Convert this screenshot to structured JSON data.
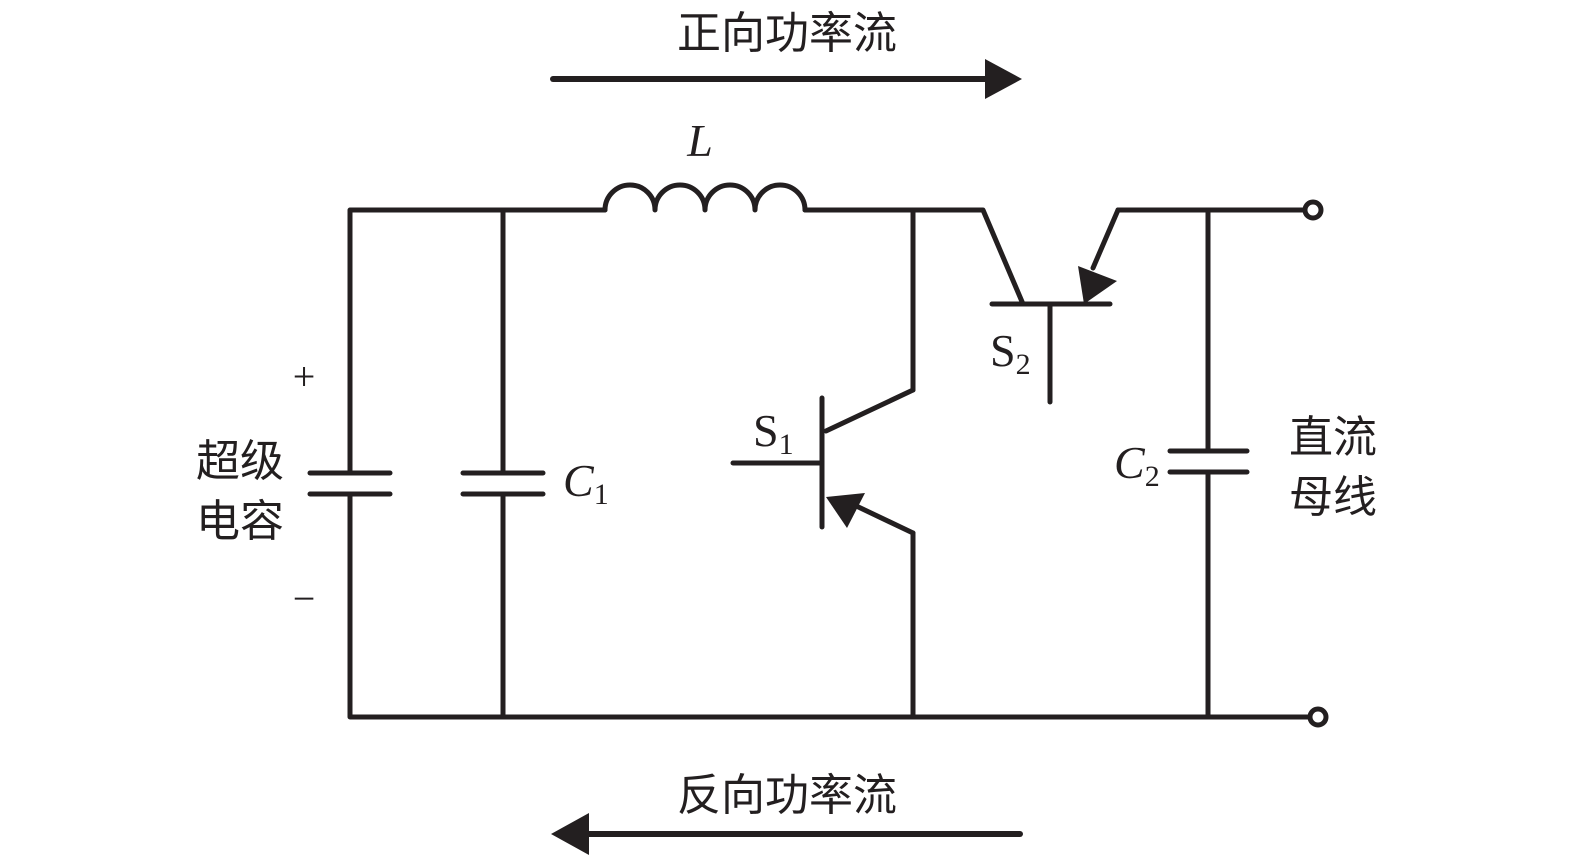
{
  "diagram": {
    "type": "bidirectional buck-boost converter schematic",
    "forward_flow_label": "正向功率流",
    "reverse_flow_label": "反向功率流",
    "supercap": {
      "label_line1": "超级",
      "label_line2": "电容",
      "plus": "+",
      "minus": "−"
    },
    "c1": {
      "symbol": "C",
      "subscript": "1"
    },
    "inductor": {
      "symbol": "L"
    },
    "s1": {
      "symbol": "S",
      "subscript": "1"
    },
    "s2": {
      "symbol": "S",
      "subscript": "2"
    },
    "c2": {
      "symbol": "C",
      "subscript": "2"
    },
    "dc_bus": {
      "label_line1": "直流",
      "label_line2": "母线"
    },
    "colors": {
      "ink": "#231f20",
      "background": "#ffffff"
    }
  }
}
